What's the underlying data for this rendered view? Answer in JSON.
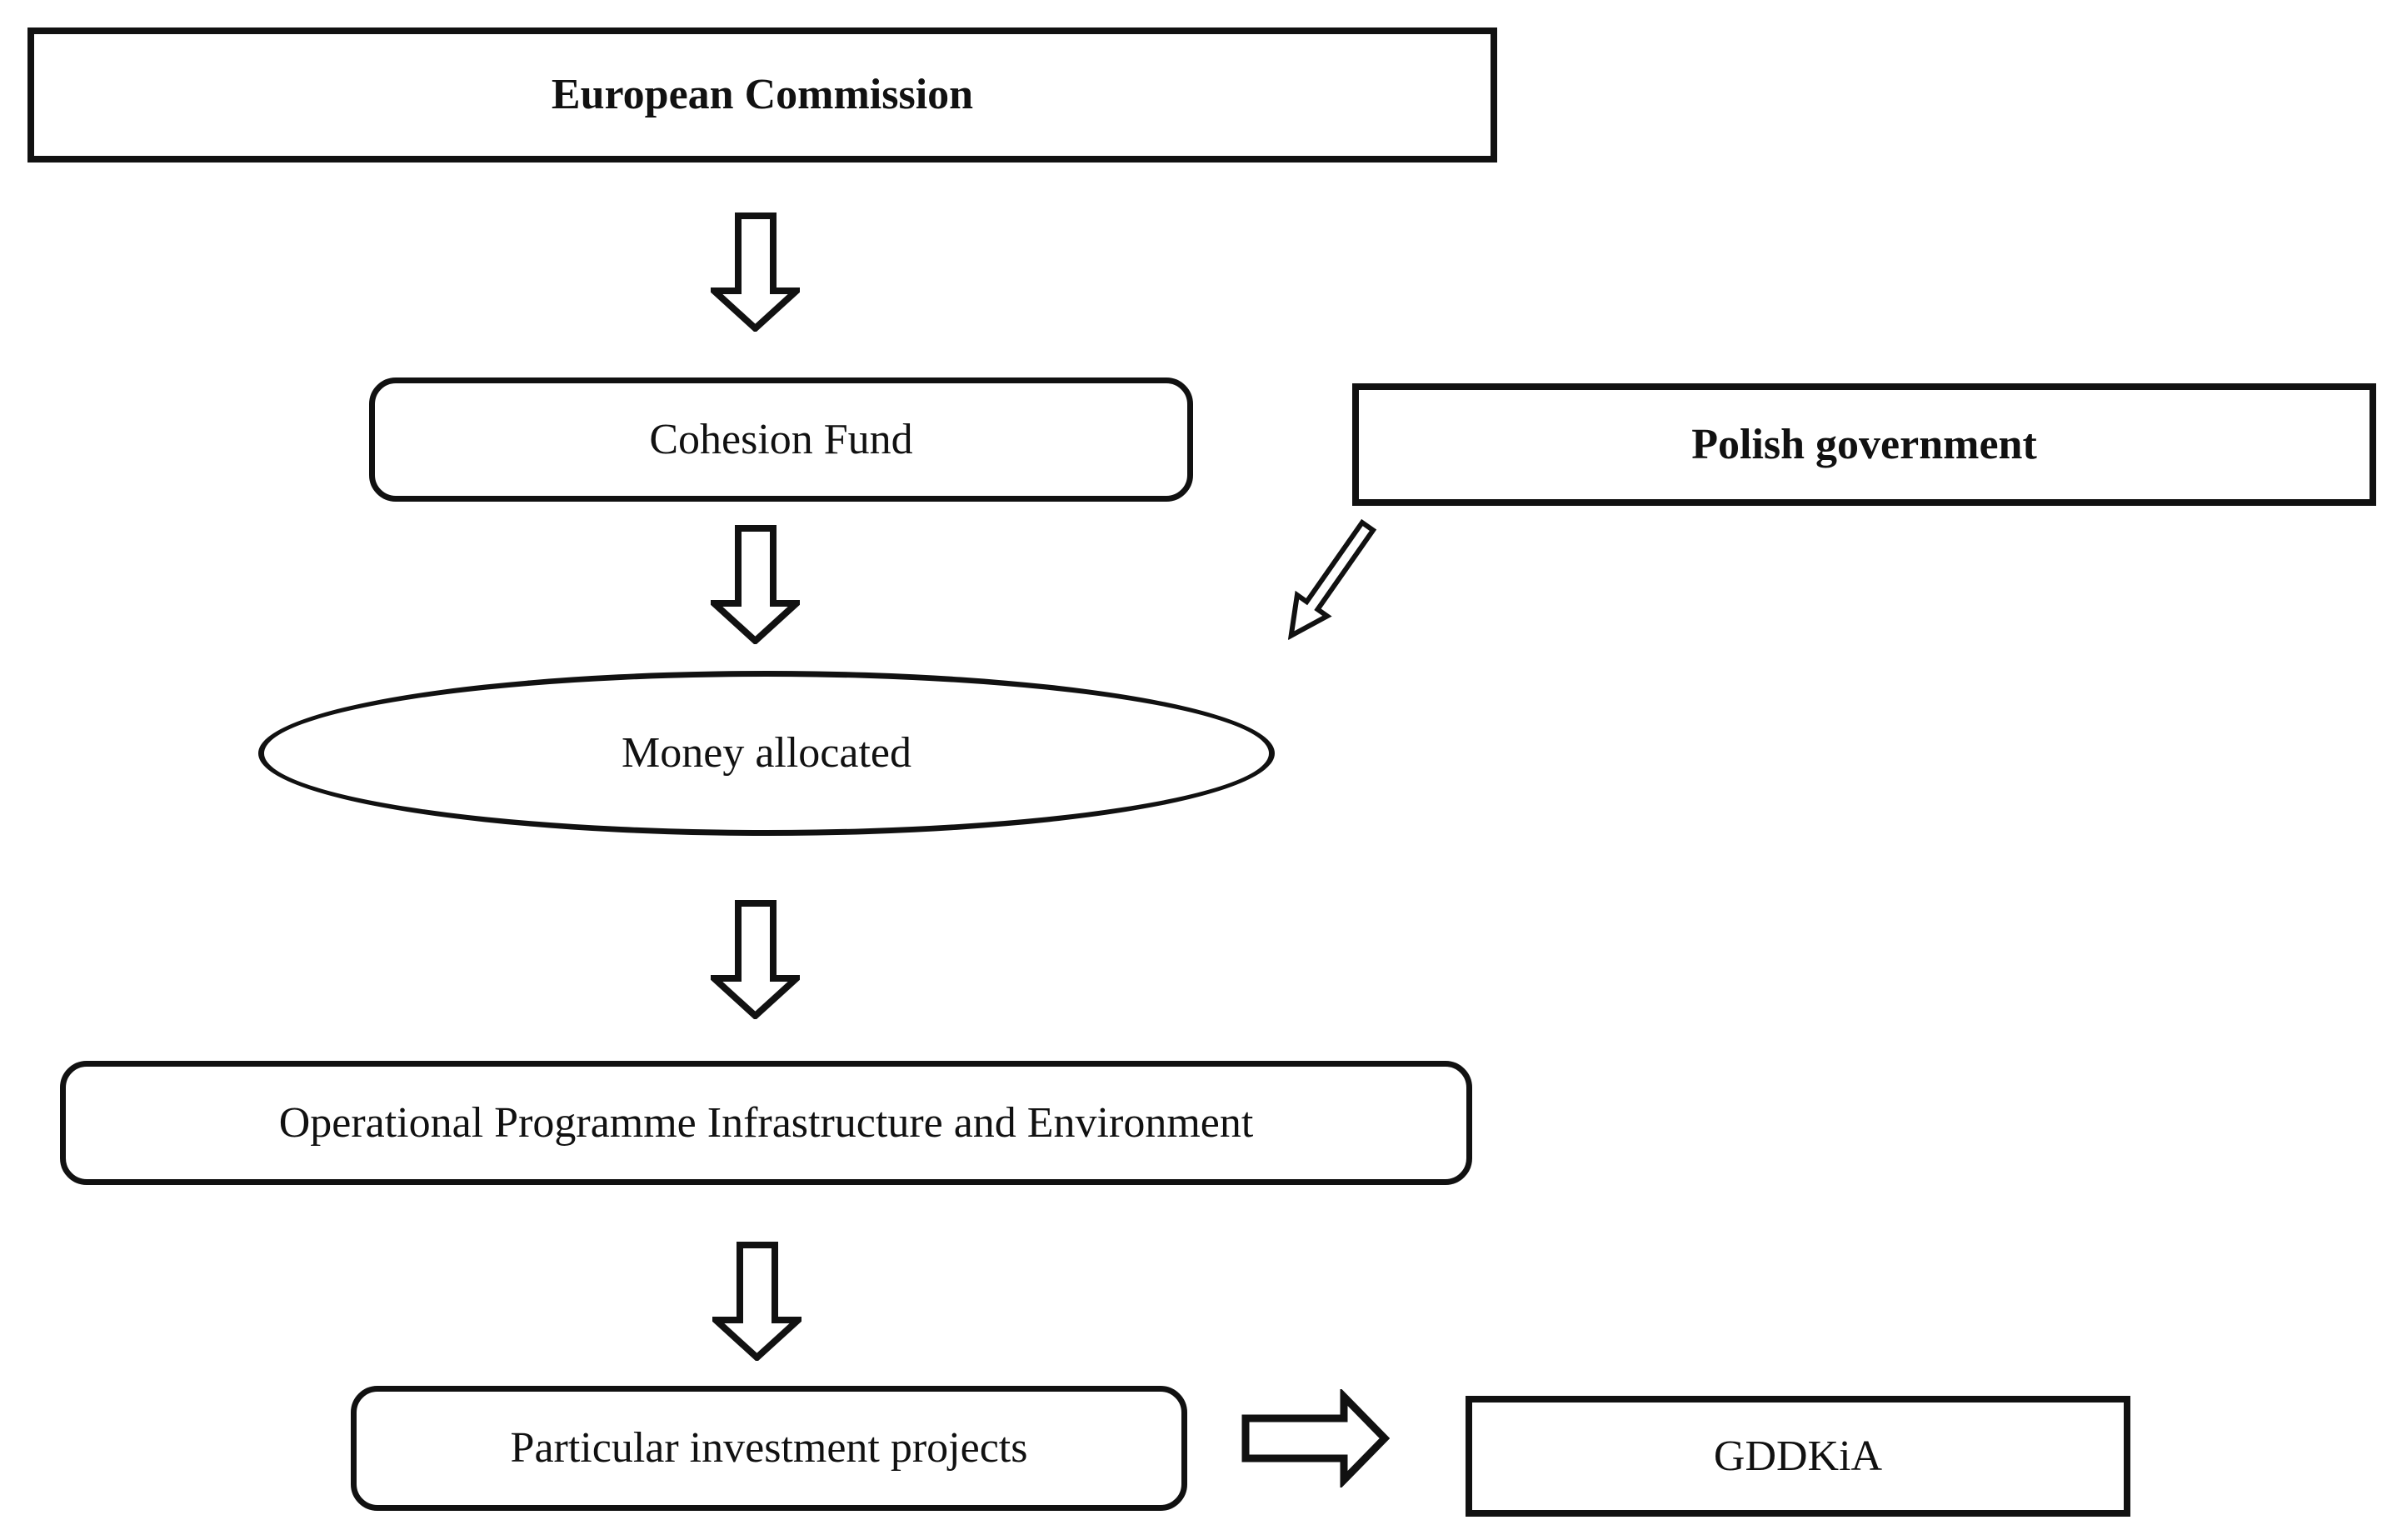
{
  "figure": {
    "background_color": "#ffffff",
    "stroke_color": "#111111",
    "nodes": {
      "european_commission": {
        "label": "European Commission",
        "shape": "rectangle",
        "emphasis": "bold"
      },
      "cohesion_fund": {
        "label": "Cohesion Fund",
        "shape": "rounded-rectangle",
        "emphasis": "normal"
      },
      "polish_government": {
        "label": "Polish government",
        "shape": "rectangle",
        "emphasis": "bold"
      },
      "money_allocated": {
        "label": "Money allocated",
        "shape": "ellipse",
        "emphasis": "normal"
      },
      "operational_programme": {
        "label": "Operational Programme Infrastructure and Environment",
        "shape": "rounded-rectangle",
        "emphasis": "normal"
      },
      "investment_projects": {
        "label": "Particular investment projects",
        "shape": "rounded-rectangle",
        "emphasis": "normal"
      },
      "gddkia": {
        "label": "GDDKiA",
        "shape": "rectangle",
        "emphasis": "normal"
      }
    },
    "connectors": [
      {
        "from": "european_commission",
        "to": "cohesion_fund",
        "type": "hollow-block-arrow",
        "direction": "down"
      },
      {
        "from": "cohesion_fund",
        "to": "money_allocated",
        "type": "hollow-block-arrow",
        "direction": "down"
      },
      {
        "from": "polish_government",
        "to": "money_allocated",
        "type": "hollow-block-arrow",
        "direction": "down-left-diagonal"
      },
      {
        "from": "money_allocated",
        "to": "operational_programme",
        "type": "hollow-block-arrow",
        "direction": "down"
      },
      {
        "from": "operational_programme",
        "to": "investment_projects",
        "type": "hollow-block-arrow",
        "direction": "down"
      },
      {
        "from": "investment_projects",
        "to": "gddkia",
        "type": "hollow-block-arrow",
        "direction": "right"
      }
    ]
  }
}
